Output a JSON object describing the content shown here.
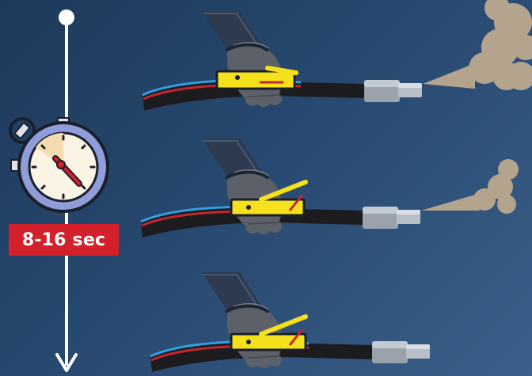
{
  "timer": {
    "duration_label": "8-16 sec"
  },
  "colors": {
    "background": "#27486f",
    "timeline": "#ffffff",
    "badge": "#d3202a",
    "trigger": "#f5e11b",
    "spray": "#b4a48e",
    "glove": "#5c6068"
  },
  "sequence": [
    {
      "step": "full-trigger-pressure",
      "spray": "large"
    },
    {
      "step": "partial-trigger-pressure",
      "spray": "small"
    },
    {
      "step": "trigger-released",
      "spray": "none"
    }
  ]
}
